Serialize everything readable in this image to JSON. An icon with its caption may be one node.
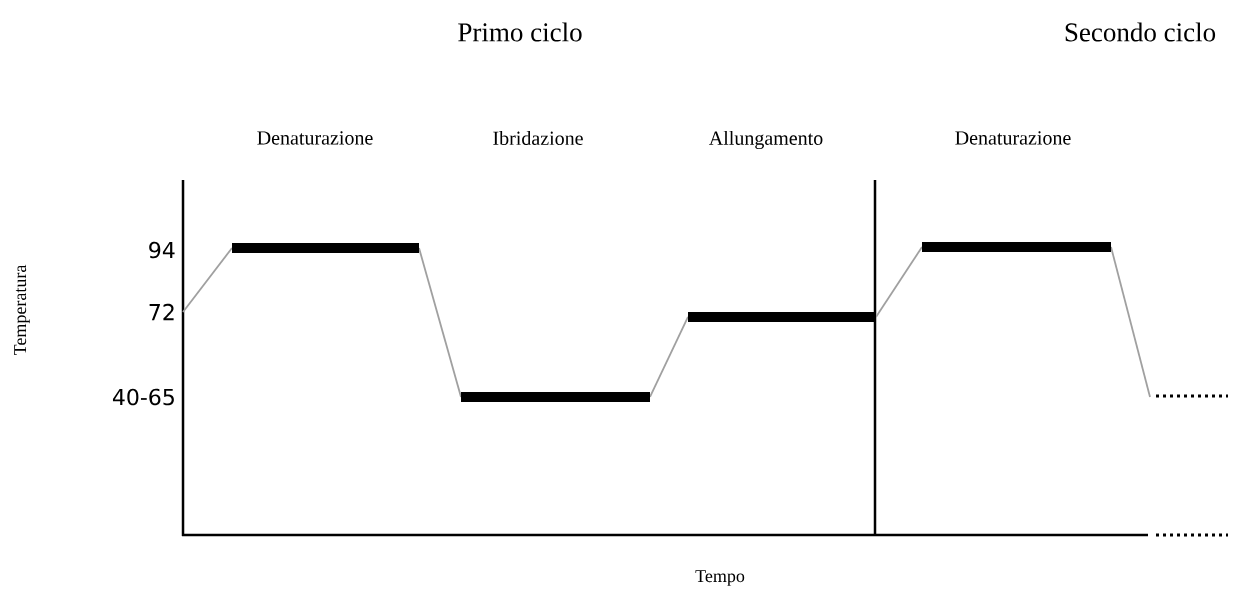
{
  "diagram": {
    "labels": [
      "Primo ciclo",
      "Secondo ciclo",
      "Denaturazione",
      "Ibridazione",
      "Allungamento",
      "Denaturazione",
      "Temperatura",
      "94",
      "72",
      "40-65",
      "Tempo"
    ]
  }
}
